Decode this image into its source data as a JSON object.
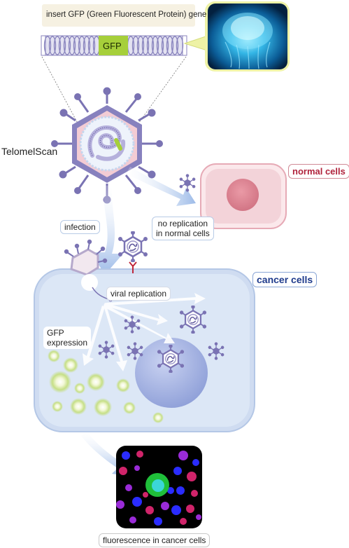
{
  "labels": {
    "insert_gene": "insert GFP (Green Fluorescent Protein) gene",
    "gfp": "GFP",
    "telomelscan": "TelomelScan",
    "infection": "infection",
    "no_replication_line1": "no replication",
    "no_replication_line2": "in normal cells",
    "normal_cells": "normal cells",
    "cancer_cells": "cancer cells",
    "viral_replication": "viral replication",
    "gfp_expression_line1": "GFP",
    "gfp_expression_line2": "expression",
    "fluorescence": "fluorescence in cancer cells"
  },
  "colors": {
    "virus_purple": "#7a73b3",
    "gfp_green": "#a6cf3a",
    "normal_cell_pink": "#f4d4d9",
    "nucleus_pink": "#dc8593",
    "cancer_cell_blue": "#dbe6f6",
    "cancer_nucleus_blue": "#a6b5e3",
    "glow_green": "#c8e08a",
    "arrow_blue": "#a9c3ea"
  }
}
